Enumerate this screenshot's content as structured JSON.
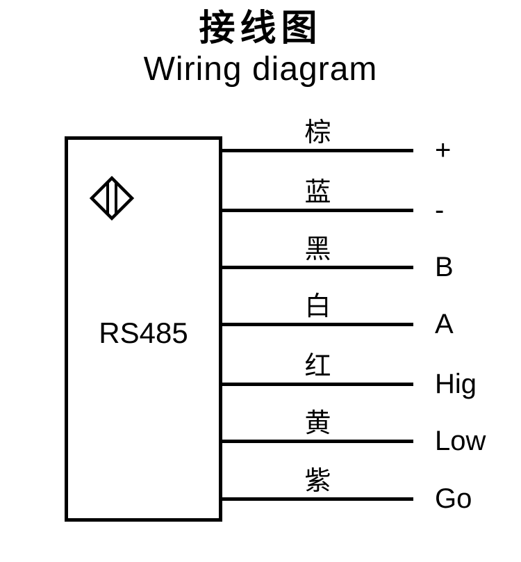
{
  "title": "接线图",
  "subtitle": "Wiring diagram",
  "device": {
    "label": "RS485",
    "icon": "proximity-sensor-diamond-icon"
  },
  "wires": [
    {
      "label": "棕",
      "terminal": "+"
    },
    {
      "label": "蓝",
      "terminal": "-"
    },
    {
      "label": "黑",
      "terminal": "B"
    },
    {
      "label": "白",
      "terminal": "A"
    },
    {
      "label": "红",
      "terminal": "Hig"
    },
    {
      "label": "黄",
      "terminal": "Low"
    },
    {
      "label": "紫",
      "terminal": "Go"
    }
  ],
  "colors": {
    "ink": "#000000",
    "background": "#ffffff"
  }
}
